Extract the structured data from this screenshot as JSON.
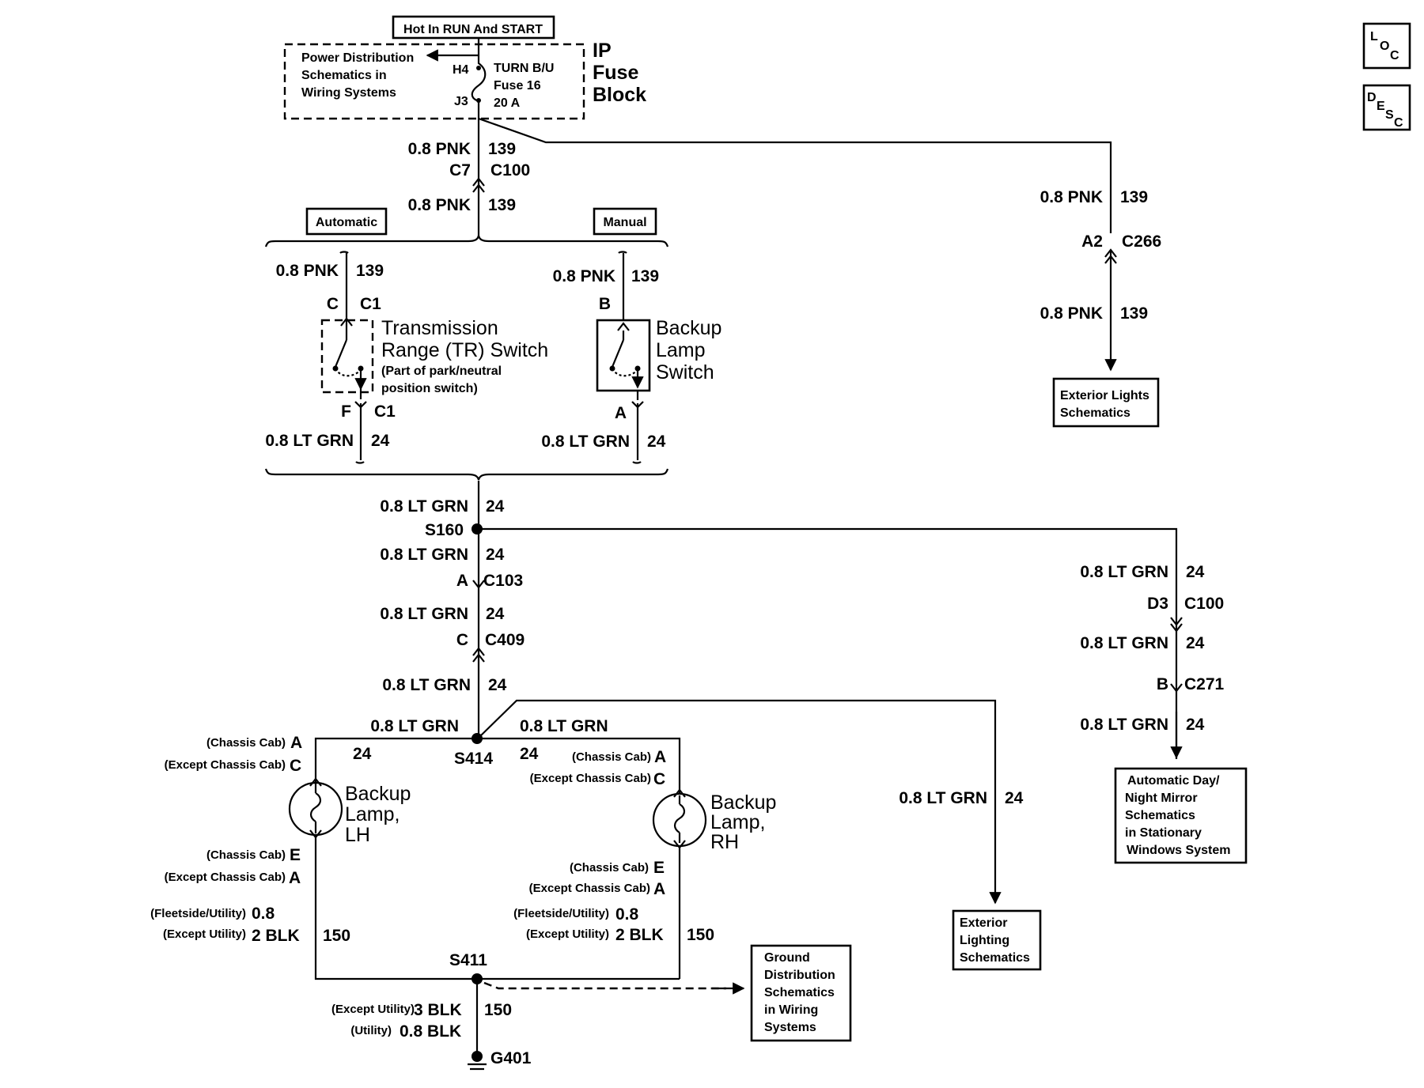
{
  "header": {
    "hot_label": "Hot In RUN And START"
  },
  "fuse_block": {
    "name_lines": [
      "IP",
      "Fuse",
      "Block"
    ],
    "pd_lines": [
      "Power Distribution",
      "Schematics in",
      "Wiring Systems"
    ],
    "pin_top": "H4",
    "pin_bottom": "J3",
    "fuse_lines": [
      "TURN B/U",
      "Fuse 16",
      "20 A"
    ]
  },
  "corner_icons": {
    "loc": {
      "letters": [
        "L",
        "O",
        "C"
      ],
      "icon": "loc-icon"
    },
    "desc": {
      "letters": [
        "D",
        "E",
        "S",
        "C"
      ],
      "icon": "desc-icon"
    }
  },
  "wires": {
    "pnk_size": "0.8 PNK",
    "pnk_circuit": "139",
    "grn_size": "0.8 LT GRN",
    "grn_circuit": "24",
    "blk_circuit": "150"
  },
  "connectors": {
    "c100_pin": "C7",
    "c100_name": "C100",
    "c266_pin": "A2",
    "c266_name": "C266",
    "tr_top_pin": "C",
    "tr_top_conn": "C1",
    "tr_bot_pin": "F",
    "tr_bot_conn": "C1",
    "bl_top_pin": "B",
    "bl_bot_pin": "A",
    "c103_pin": "A",
    "c103_name": "C103",
    "c409_pin": "C",
    "c409_name": "C409",
    "d3_pin": "D3",
    "d3_conn": "C100",
    "c271_pin": "B",
    "c271_name": "C271"
  },
  "labels": {
    "automatic": "Automatic",
    "manual": "Manual",
    "tr_switch_lines": [
      "Transmission",
      "Range (TR) Switch"
    ],
    "tr_note_lines": [
      "(Part of park/neutral",
      "position switch)"
    ],
    "backup_switch_lines": [
      "Backup",
      "Lamp",
      "Switch"
    ],
    "ext_lights_lines": [
      "Exterior Lights",
      "Schematics"
    ],
    "s160": "S160",
    "s414": "S414",
    "s411": "S411",
    "g401": "G401",
    "lamp_lh_lines": [
      "Backup",
      "Lamp,",
      "LH"
    ],
    "lamp_rh_lines": [
      "Backup",
      "Lamp,",
      "RH"
    ],
    "chassis_cab": "(Chassis Cab)",
    "except_chassis_cab": "(Except Chassis Cab)",
    "pin_a": "A",
    "pin_c": "C",
    "pin_e": "E",
    "fleetside_utility": "(Fleetside/Utility)",
    "except_utility": "(Except Utility)",
    "utility": "(Utility)",
    "size_08": "0.8",
    "size_2blk": "2 BLK",
    "size_3blk": "3 BLK",
    "size_08blk": "0.8 BLK",
    "ext_lighting_lines": [
      "Exterior",
      "Lighting",
      "Schematics"
    ],
    "auto_mirror_lines": [
      "Automatic Day/",
      "Night Mirror",
      "Schematics",
      "in Stationary",
      "Windows System"
    ],
    "ground_dist_lines": [
      "Ground",
      "Distribution",
      "Schematics",
      "in Wiring",
      "Systems"
    ]
  }
}
